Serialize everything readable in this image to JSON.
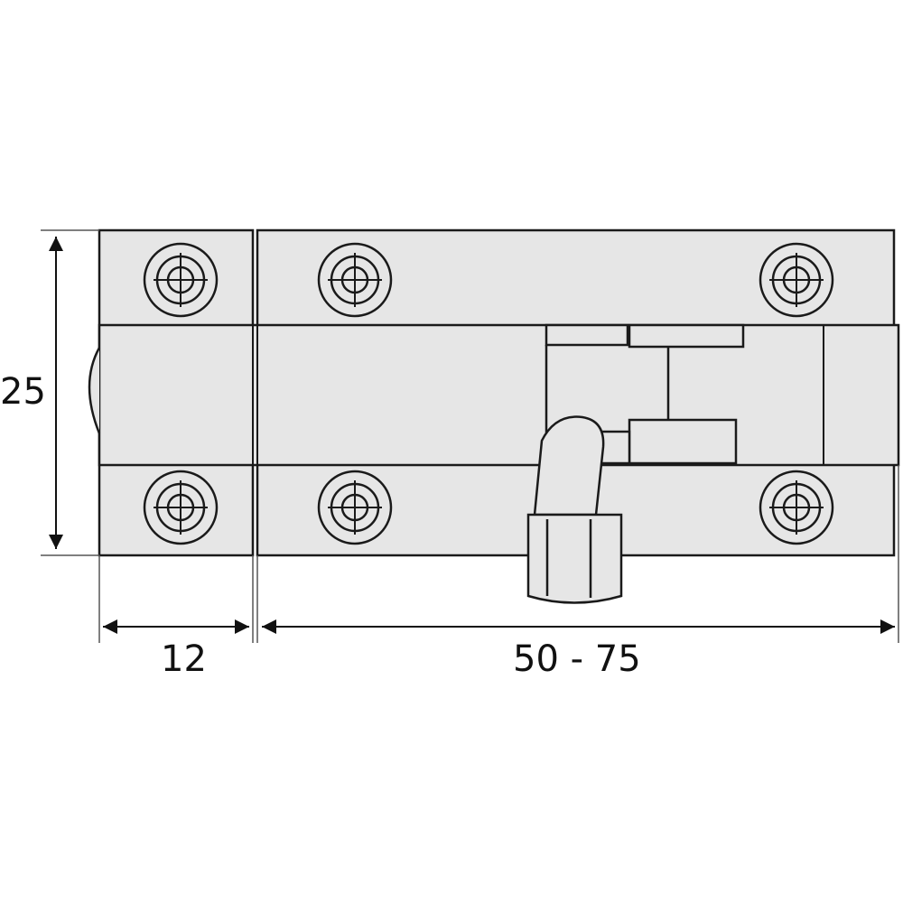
{
  "dimensions": {
    "height": "25",
    "keeper_width": "12",
    "bolt_length": "50 - 75"
  },
  "colors": {
    "line": "#1a1a1a",
    "fill": "#e6e6e6",
    "background": "#ffffff"
  }
}
